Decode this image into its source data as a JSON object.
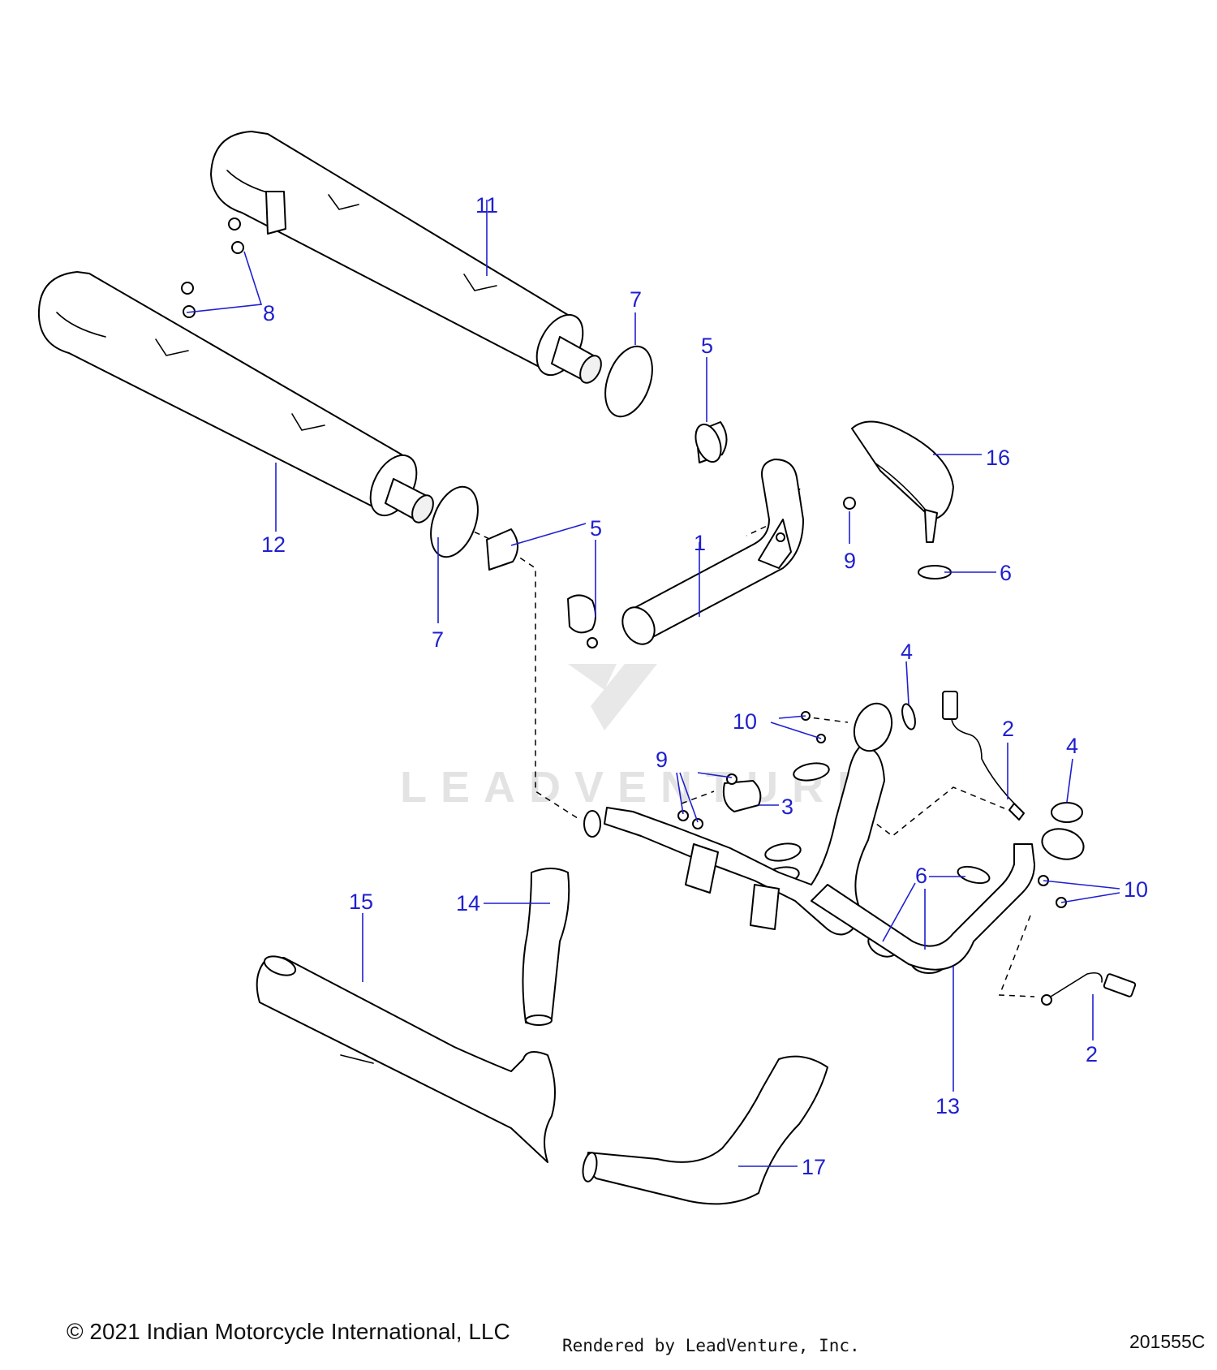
{
  "callouts": {
    "c1": "1",
    "c2a": "2",
    "c2b": "2",
    "c3": "3",
    "c4a": "4",
    "c4b": "4",
    "c5a": "5",
    "c5b": "5",
    "c6a": "6",
    "c6b": "6",
    "c7a": "7",
    "c7b": "7",
    "c8": "8",
    "c9a": "9",
    "c9b": "9",
    "c10a": "10",
    "c10b": "10",
    "c11": "11",
    "c12": "12",
    "c13": "13",
    "c14": "14",
    "c15": "15",
    "c16": "16",
    "c17": "17"
  },
  "watermark": {
    "text": "LEADVENTURE"
  },
  "footer": {
    "copyright": "© 2021 Indian Motorcycle International, LLC",
    "rendered_by": "Rendered by LeadVenture, Inc.",
    "diagram_code": "201555C"
  },
  "colors": {
    "callout": "#1f1fd0",
    "line": "#000000",
    "watermark": "#e3e3e3"
  }
}
